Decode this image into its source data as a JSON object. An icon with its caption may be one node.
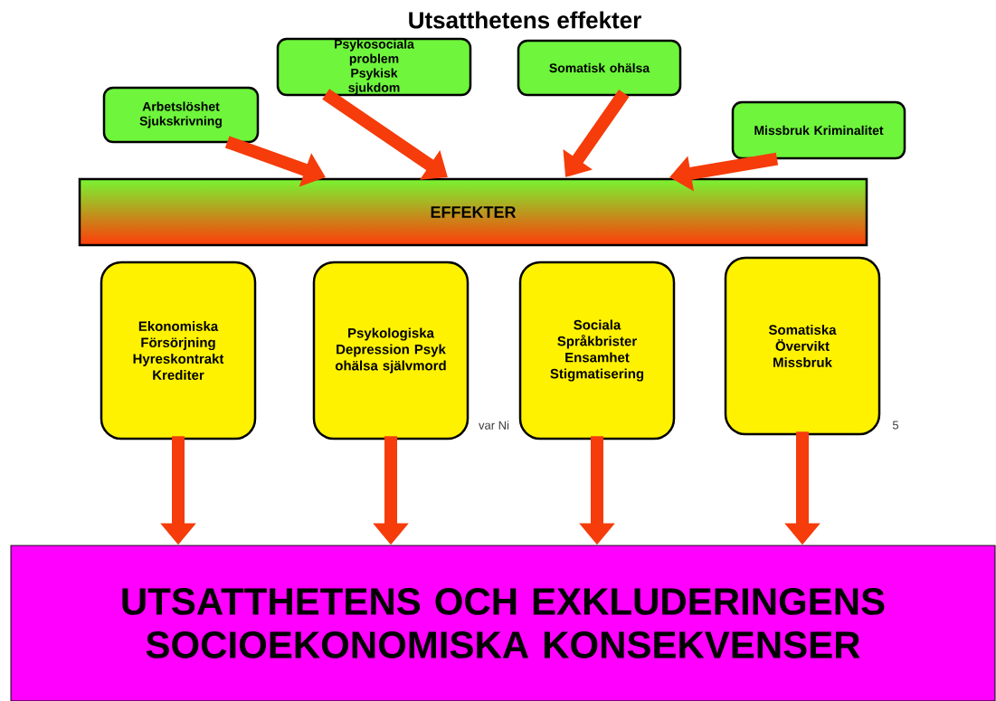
{
  "diagram": {
    "title": "Utsatthetens effekter",
    "nodes": [
      {
        "text": [
          "Arbetslöshet Sjukskrivning"
        ]
      },
      {
        "text": [
          "Psykosociala problem Psykisk sjukdom"
        ]
      },
      {
        "text": [
          "Somatisk ohälsa"
        ]
      },
      {
        "text": [
          "Missbruk Kriminalitet"
        ]
      },
      {
        "text": [
          "EFFEKTER"
        ]
      },
      {
        "text": [
          "Ekonomiska Försörjning Hyreskontrakt Krediter"
        ]
      },
      {
        "text": [
          "Psykologiska Depression Psyk ohälsa självmord"
        ]
      },
      {
        "text": [
          "Sociala Språkbrister Ensamhet Stigmatisering"
        ]
      },
      {
        "text": [
          "Somatiska Övervikt Missbruk"
        ]
      },
      {
        "text": [
          "UTSATTHETENS OCH EXKLUDERINGENS SOCIOEKONOMISKA KONSEKVENSER"
        ]
      }
    ],
    "edges": [
      {
        "from": 0,
        "to": 4,
        "arrow": "to"
      },
      {
        "from": 1,
        "to": 4,
        "arrow": "to"
      },
      {
        "from": 2,
        "to": 4,
        "arrow": "to"
      },
      {
        "from": 3,
        "to": 4,
        "arrow": "to"
      },
      {
        "from": 5,
        "to": 9,
        "arrow": "to"
      },
      {
        "from": 6,
        "to": 9,
        "arrow": "to"
      },
      {
        "from": 7,
        "to": 9,
        "arrow": "to"
      },
      {
        "from": 8,
        "to": 9,
        "arrow": "to"
      }
    ],
    "labels": [
      "var Ni",
      "5"
    ]
  }
}
